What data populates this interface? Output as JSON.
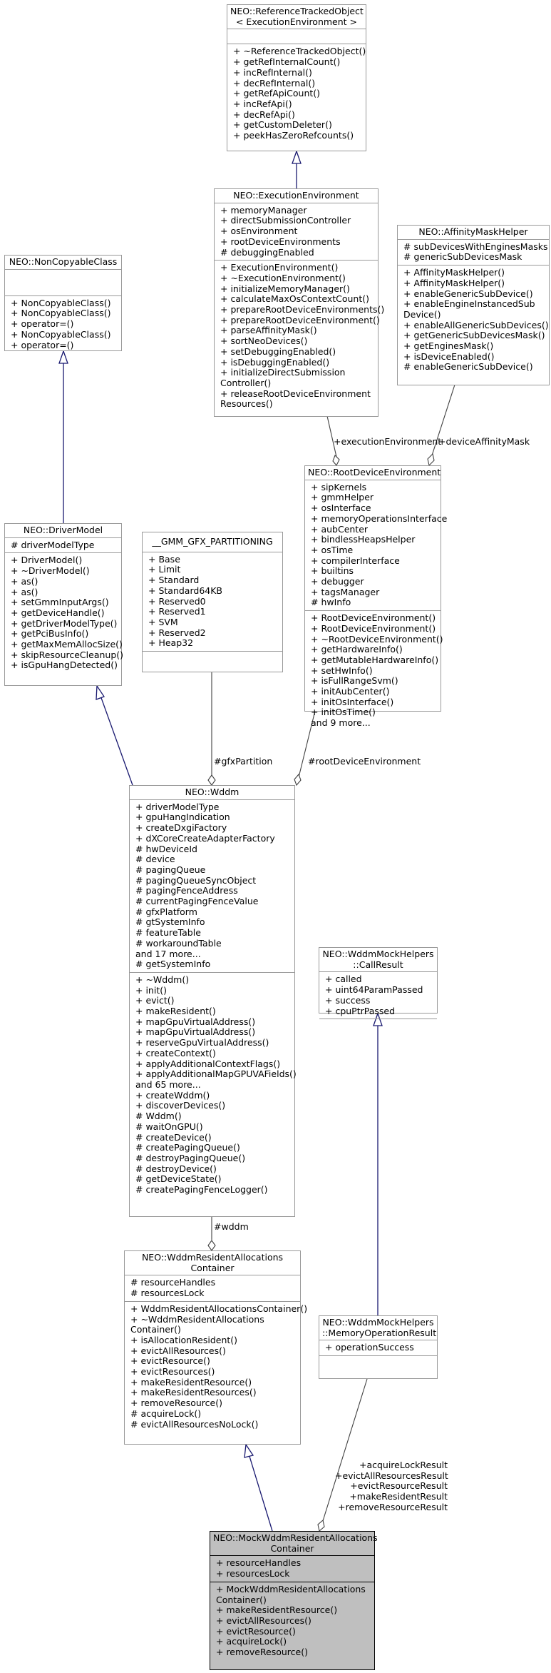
{
  "colors": {
    "inheritance_edge": "#191970",
    "association_edge": "#404040",
    "highlight_fill": "#bfbfbf",
    "box_border": "#999999"
  },
  "classes": {
    "ref_tracked": {
      "title_lines": [
        "NEO::ReferenceTrackedObject",
        "< ExecutionEnvironment >"
      ],
      "attributes": [],
      "methods": [
        "+ ~ReferenceTrackedObject()",
        "+ getRefInternalCount()",
        "+ incRefInternal()",
        "+ decRefInternal()",
        "+ getRefApiCount()",
        "+ incRefApi()",
        "+ decRefApi()",
        "+ getCustomDeleter()",
        "+ peekHasZeroRefcounts()"
      ]
    },
    "exec_env": {
      "title_lines": [
        "NEO::ExecutionEnvironment"
      ],
      "attributes": [
        "+ memoryManager",
        "+ directSubmissionController",
        "+ osEnvironment",
        "+ rootDeviceEnvironments",
        "# debuggingEnabled"
      ],
      "methods": [
        "+ ExecutionEnvironment()",
        "+ ~ExecutionEnvironment()",
        "+ initializeMemoryManager()",
        "+ calculateMaxOsContextCount()",
        "+ prepareRootDeviceEnvironments()",
        "+ prepareRootDeviceEnvironment()",
        "+ parseAffinityMask()",
        "+ sortNeoDevices()",
        "+ setDebuggingEnabled()",
        "+ isDebuggingEnabled()",
        "+ initializeDirectSubmission",
        "Controller()",
        "+ releaseRootDeviceEnvironment",
        "Resources()"
      ]
    },
    "affinity": {
      "title_lines": [
        "NEO::AffinityMaskHelper"
      ],
      "attributes": [
        "# subDevicesWithEnginesMasks",
        "# genericSubDevicesMask"
      ],
      "methods": [
        "+ AffinityMaskHelper()",
        "+ AffinityMaskHelper()",
        "+ enableGenericSubDevice()",
        "+ enableEngineInstancedSub",
        "Device()",
        "+ enableAllGenericSubDevices()",
        "+ getGenericSubDevicesMask()",
        "+ getEnginesMask()",
        "+ isDeviceEnabled()",
        "# enableGenericSubDevice()"
      ]
    },
    "noncopy": {
      "title_lines": [
        "NEO::NonCopyableClass"
      ],
      "attributes": [],
      "methods": [
        "+ NonCopyableClass()",
        "+ NonCopyableClass()",
        "+ operator=()",
        "+ NonCopyableClass()",
        "+ operator=()"
      ]
    },
    "rootdev": {
      "title_lines": [
        "NEO::RootDeviceEnvironment"
      ],
      "attributes": [
        "+ sipKernels",
        "+ gmmHelper",
        "+ osInterface",
        "+ memoryOperationsInterface",
        "+ aubCenter",
        "+ bindlessHeapsHelper",
        "+ osTime",
        "+ compilerInterface",
        "+ builtins",
        "+ debugger",
        "+ tagsManager",
        "# hwInfo"
      ],
      "methods": [
        "+ RootDeviceEnvironment()",
        "+ RootDeviceEnvironment()",
        "+ ~RootDeviceEnvironment()",
        "+ getHardwareInfo()",
        "+ getMutableHardwareInfo()",
        "+ setHwInfo()",
        "+ isFullRangeSvm()",
        "+ initAubCenter()",
        "+ initOsInterface()",
        "+ initOsTime()",
        "and 9 more..."
      ]
    },
    "drivermodel": {
      "title_lines": [
        "NEO::DriverModel"
      ],
      "attributes": [
        "# driverModelType"
      ],
      "methods": [
        "+ DriverModel()",
        "+ ~DriverModel()",
        "+ as()",
        "+ as()",
        "+ setGmmInputArgs()",
        "+ getDeviceHandle()",
        "+ getDriverModelType()",
        "+ getPciBusInfo()",
        "+ getMaxMemAllocSize()",
        "+ skipResourceCleanup()",
        "+ isGpuHangDetected()"
      ]
    },
    "gmm": {
      "title_lines": [
        "__GMM_GFX_PARTITIONING"
      ],
      "attributes": [
        "+ Base",
        "+ Limit",
        "+ Standard",
        "+ Standard64KB",
        "+ Reserved0",
        "+ Reserved1",
        "+ SVM",
        "+ Reserved2",
        "+ Heap32"
      ],
      "methods": []
    },
    "wddm": {
      "title_lines": [
        "NEO::Wddm"
      ],
      "attributes": [
        "+ driverModelType",
        "+ gpuHangIndication",
        "+ createDxgiFactory",
        "+ dXCoreCreateAdapterFactory",
        "# hwDeviceId",
        "# device",
        "# pagingQueue",
        "# pagingQueueSyncObject",
        "# pagingFenceAddress",
        "# currentPagingFenceValue",
        "# gfxPlatform",
        "# gtSystemInfo",
        "# featureTable",
        "# workaroundTable",
        "and 17 more...",
        "# getSystemInfo"
      ],
      "methods": [
        "+ ~Wddm()",
        "+ init()",
        "+ evict()",
        "+ makeResident()",
        "+ mapGpuVirtualAddress()",
        "+ mapGpuVirtualAddress()",
        "+ reserveGpuVirtualAddress()",
        "+ createContext()",
        "+ applyAdditionalContextFlags()",
        "+ applyAdditionalMapGPUVAFields()",
        "and 65 more...",
        "+ createWddm()",
        "+ discoverDevices()",
        "# Wddm()",
        "# waitOnGPU()",
        "# createDevice()",
        "# createPagingQueue()",
        "# destroyPagingQueue()",
        "# destroyDevice()",
        "# getDeviceState()",
        "# createPagingFenceLogger()"
      ]
    },
    "callresult": {
      "title_lines": [
        "NEO::WddmMockHelpers",
        "::CallResult"
      ],
      "attributes": [
        "+ called",
        "+ uint64ParamPassed",
        "+ success",
        "+ cpuPtrPassed"
      ],
      "methods": []
    },
    "resalloc": {
      "title_lines": [
        "NEO::WddmResidentAllocations",
        "Container"
      ],
      "attributes": [
        "# resourceHandles",
        "# resourcesLock"
      ],
      "methods": [
        "+ WddmResidentAllocationsContainer()",
        "+ ~WddmResidentAllocations",
        "Container()",
        "+ isAllocationResident()",
        "+ evictAllResources()",
        "+ evictResource()",
        "+ evictResources()",
        "+ makeResidentResource()",
        "+ makeResidentResources()",
        "+ removeResource()",
        "# acquireLock()",
        "# evictAllResourcesNoLock()"
      ]
    },
    "memop": {
      "title_lines": [
        "NEO::WddmMockHelpers",
        "::MemoryOperationResult"
      ],
      "attributes": [
        "+ operationSuccess"
      ],
      "methods": []
    },
    "mock": {
      "title_lines": [
        "NEO::MockWddmResidentAllocations",
        "Container"
      ],
      "attributes": [
        "+ resourceHandles",
        "+ resourcesLock"
      ],
      "methods": [
        "+ MockWddmResidentAllocations",
        "Container()",
        "+ makeResidentResource()",
        "+ evictAllResources()",
        "+ evictResource()",
        "+ acquireLock()",
        "+ removeResource()"
      ]
    }
  },
  "edge_labels": {
    "execution_environment": "+executionEnvironment",
    "device_affinity_mask": "+deviceAffinityMask",
    "gfx_partition": "#gfxPartition",
    "root_device_environment": "#rootDeviceEnvironment",
    "wddm": "#wddm",
    "mock_results": [
      "+acquireLockResult",
      "+evictAllResourcesResult",
      "+evictResourceResult",
      "+makeResidentResult",
      "+removeResourceResult"
    ]
  }
}
